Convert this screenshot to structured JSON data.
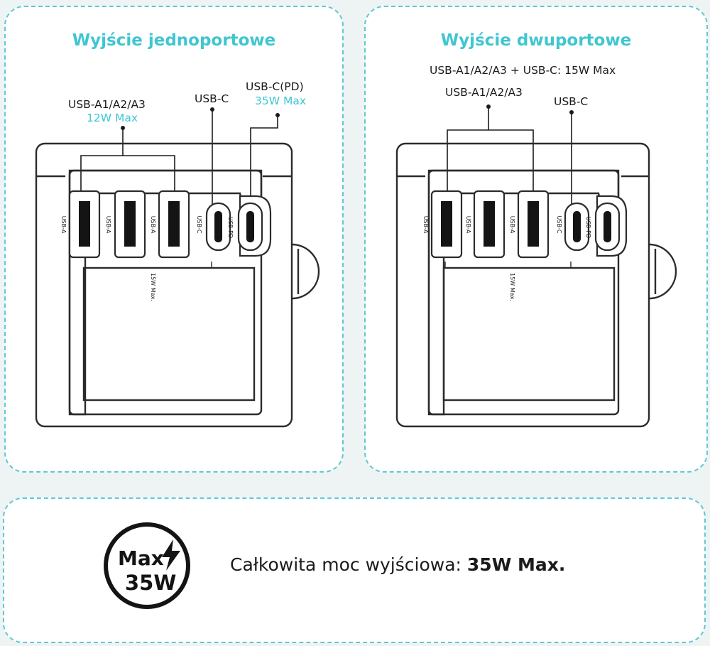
{
  "single_port": {
    "title": "Wyjście jednoportowe",
    "usb_a_group_label": "USB-A1/A2/A3",
    "usb_a_group_power": "12W Max",
    "usb_c_label": "USB-C",
    "usb_pd_label": "USB-C(PD)",
    "usb_pd_power": "35W Max"
  },
  "dual_port": {
    "title": "Wyjście dwuportowe",
    "combo_label": "USB-A1/A2/A3 + USB-C: 15W Max",
    "usb_a_group_label": "USB-A1/A2/A3",
    "usb_c_label": "USB-C"
  },
  "device": {
    "port_labels": [
      "USB-A",
      "USB-A",
      "USB-A",
      "USB-C",
      "USB-PD"
    ],
    "combined_label": "15W Max."
  },
  "total": {
    "badge_max": "Max",
    "badge_watt": "35W",
    "text_prefix": "Całkowita moc wyjściowa: ",
    "text_value": "35W Max."
  },
  "colors": {
    "accent": "#3fc6d1",
    "border": "#5ec9d2",
    "ink": "#141414"
  }
}
